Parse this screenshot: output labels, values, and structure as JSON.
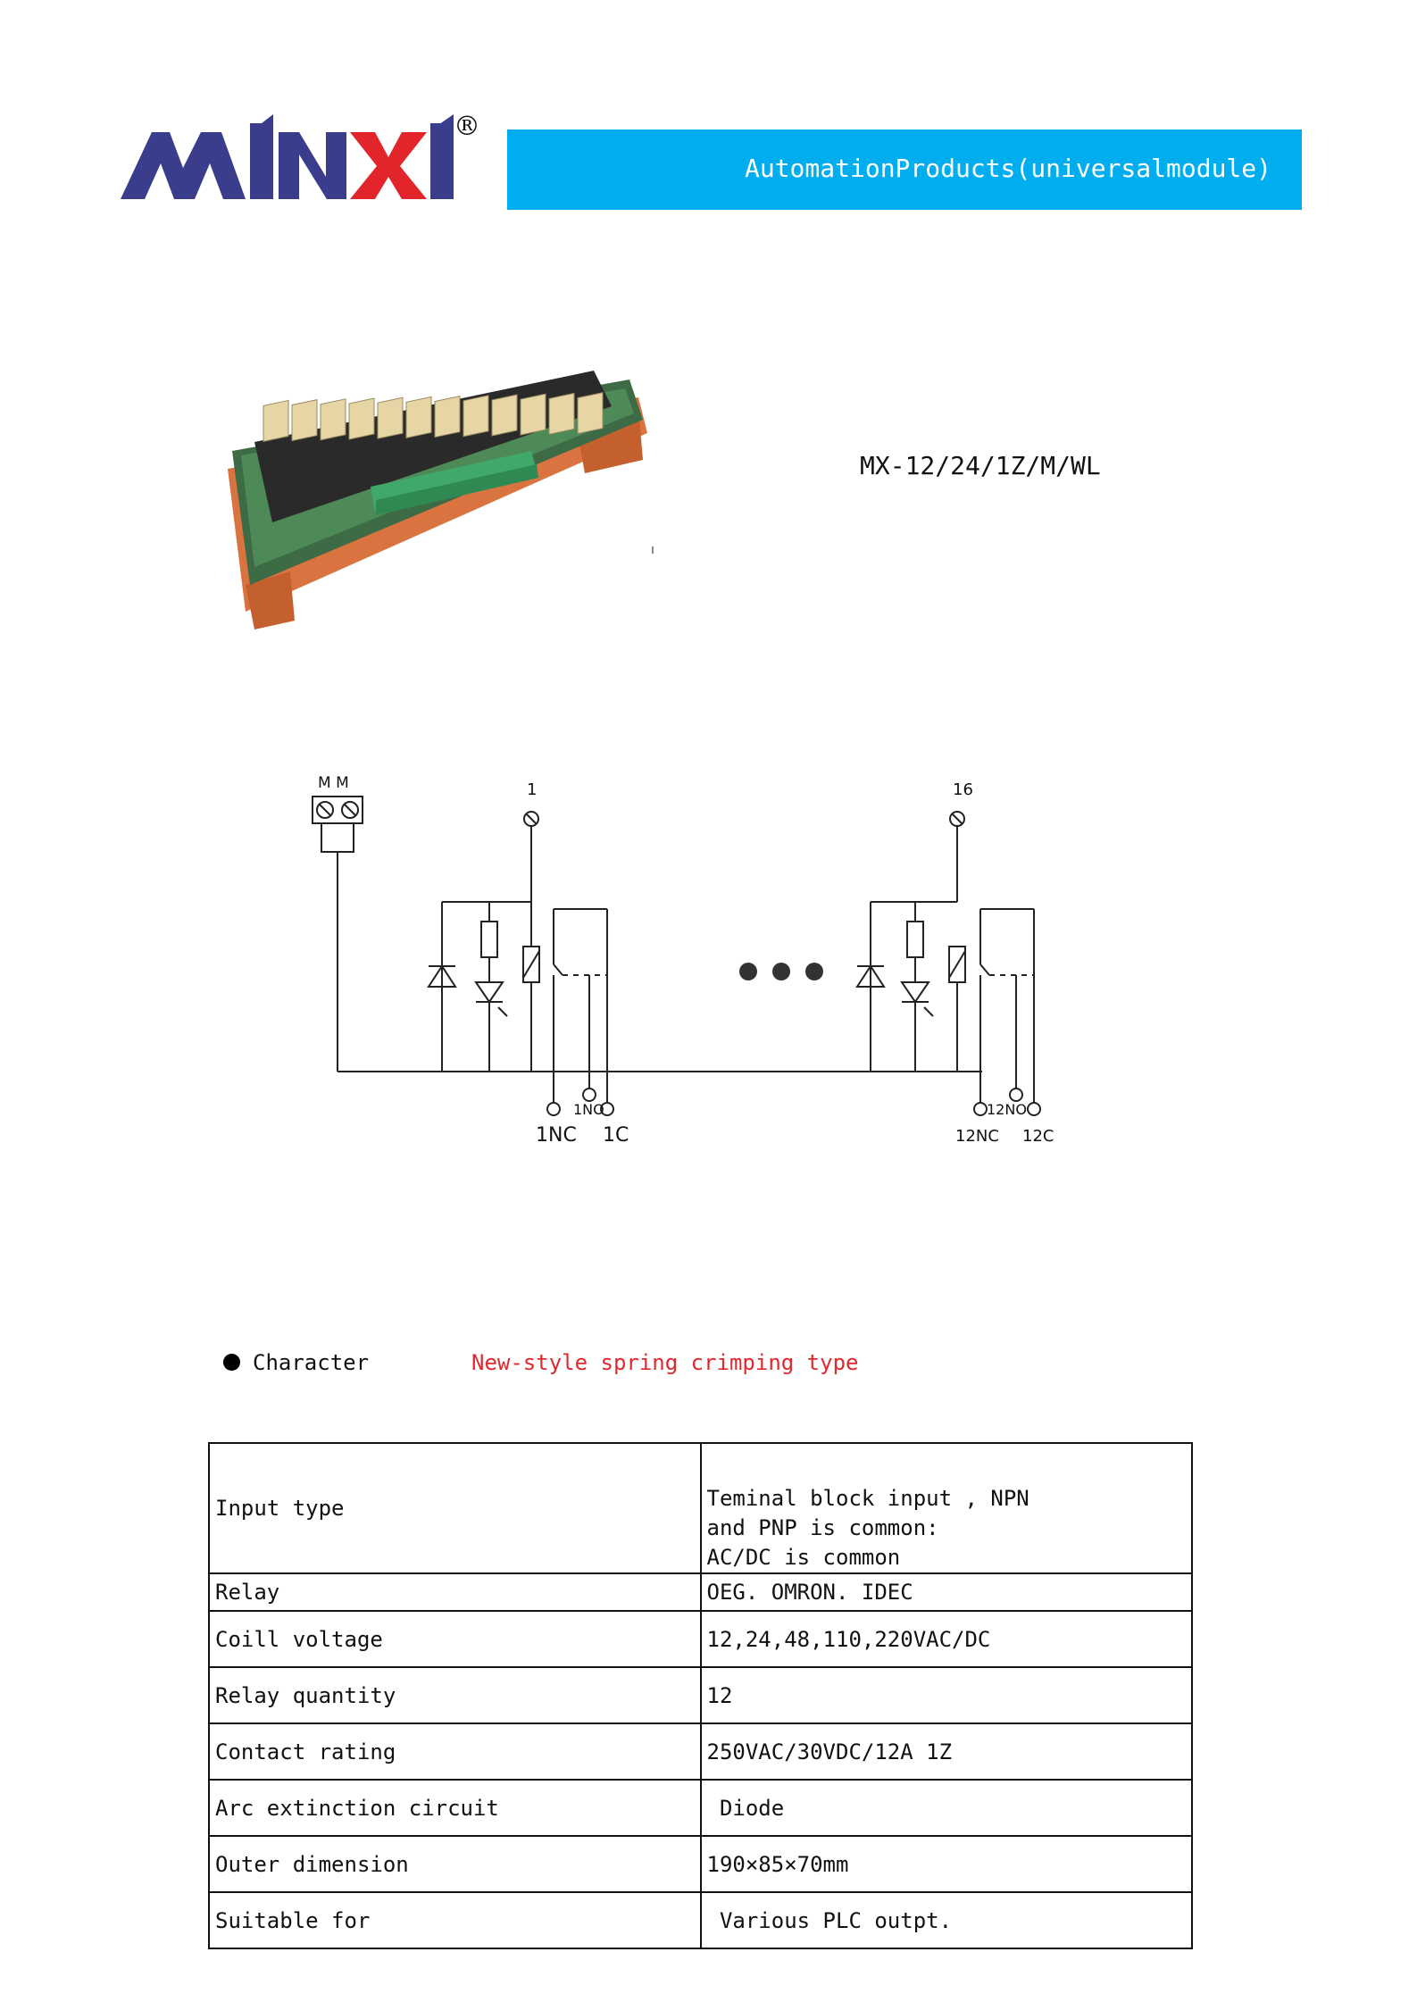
{
  "header": {
    "logo_text": "MINXI",
    "registered_mark": "®",
    "banner_text": "AutomationProducts(universalmodule)",
    "banner_color": "#00aeef",
    "logo_color": "#3a3c8c",
    "logo_accent_color": "#e2242b"
  },
  "product": {
    "image_icon": "relay-module-photo",
    "model": "MX-12/24/1Z/M/WL"
  },
  "schematic": {
    "top_left_terminals": "M M",
    "channel_first_input": "1",
    "channel_last_input": "16",
    "first_no": "1NO",
    "first_nc": "1NC",
    "first_c": "1C",
    "last_no": "12NO",
    "last_nc": "12NC",
    "last_c": "12C"
  },
  "character": {
    "label": "Character",
    "value": "New-style spring crimping type",
    "value_color": "#e0282e"
  },
  "specs": [
    {
      "label": "Input type",
      "value_lines": [
        "Teminal block input , NPN",
        "and PNP is common:",
        "AC/DC is common"
      ]
    },
    {
      "label": "Relay",
      "value": "OEG. OMRON. IDEC"
    },
    {
      "label": "Coill voltage",
      "value": "12,24,48,110,220VAC/DC"
    },
    {
      "label": "Relay quantity",
      "value": "12"
    },
    {
      "label": "Contact rating",
      "value": "250VAC/30VDC/12A 1Z"
    },
    {
      "label": "Arc extinction circuit",
      "value": " Diode"
    },
    {
      "label": "Outer dimension",
      "value": "190×85×70mm"
    },
    {
      "label": "Suitable for",
      "value": " Various PLC outpt."
    }
  ]
}
